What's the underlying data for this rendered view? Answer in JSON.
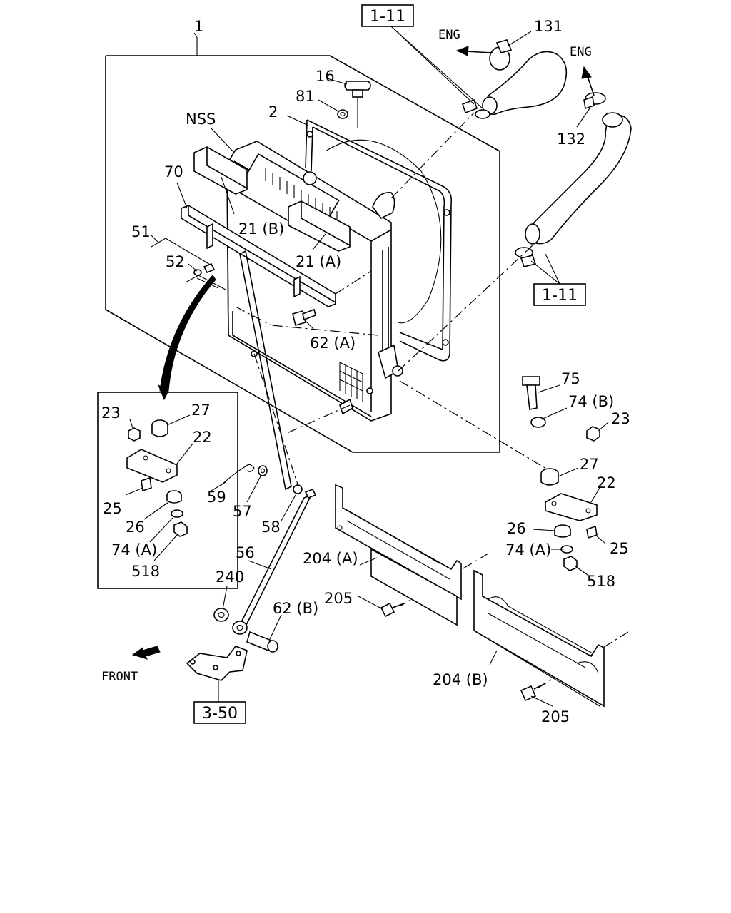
{
  "labels": {
    "main_assembly": "1",
    "nss": "NSS",
    "shroud": "2",
    "cap_gasket": "81",
    "radiator_cap": "16",
    "baffle_a": "21 (A)",
    "baffle_b": "21 (B)",
    "bracket_70": "70",
    "plate_51": "51",
    "bolt_52": "52",
    "bolt_62a": "62 (A)",
    "hose_131": "131",
    "hose_132": "132",
    "bolt_75": "75",
    "washer_74b": "74 (B)",
    "nut_23_right": "23",
    "cushion_27_right": "27",
    "bracket_22_right": "22",
    "cushion_26_right": "26",
    "bolt_25_right": "25",
    "washer_74a_right": "74 (A)",
    "nut_518_right": "518",
    "nut_23_inset": "23",
    "cushion_27_inset": "27",
    "bracket_22_inset": "22",
    "bolt_25_inset": "25",
    "cushion_26_inset": "26",
    "washer_74a_inset": "74 (A)",
    "nut_518_inset": "518",
    "clip_59": "59",
    "washer_57": "57",
    "washer_58": "58",
    "rod_56": "56",
    "bushing_240": "240",
    "bolt_62b": "62 (B)",
    "cover_204a": "204 (A)",
    "cover_204b": "204 (B)",
    "bolt_205_left": "205",
    "bolt_205_right": "205"
  },
  "references": {
    "top": "1-11",
    "right": "1-11",
    "bottom": "3-50"
  },
  "directions": {
    "eng_left": "ENG",
    "eng_right": "ENG",
    "front": "FRONT"
  }
}
